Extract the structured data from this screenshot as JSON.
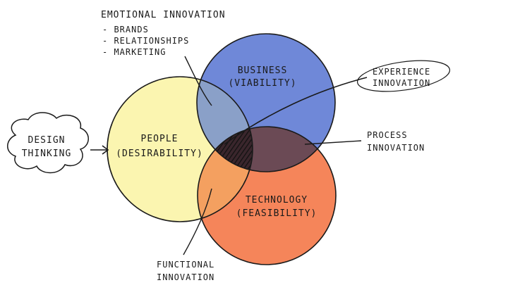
{
  "emotional": {
    "title": "EMOTIONAL INNOVATION",
    "items": [
      "- BRANDS",
      "- RELATIONSHIPS",
      "- MARKETING"
    ]
  },
  "business": {
    "line1": "BUSINESS",
    "line2": "(VIABILITY)"
  },
  "people": {
    "line1": "PEOPLE",
    "line2": "(DESIRABILITY)"
  },
  "technology": {
    "line1": "TECHNOLOGY",
    "line2": "(FEASIBILITY)"
  },
  "design_thinking": {
    "line1": "DESIGN",
    "line2": "THINKING"
  },
  "experience": {
    "line1": "EXPERIENCE",
    "line2": "INNOVATION"
  },
  "process": {
    "line1": "PROCESS",
    "line2": "INNOVATION"
  },
  "functional": {
    "line1": "FUNCTIONAL",
    "line2": "INNOVATION"
  },
  "colors": {
    "people": "#fbf5b0",
    "business": "#6f88d8",
    "technology": "#f5855a",
    "people_business": "#8aa0c8",
    "people_technology": "#f4a060",
    "business_technology": "#6b4a55",
    "center_hatch": "#2a1e22"
  }
}
